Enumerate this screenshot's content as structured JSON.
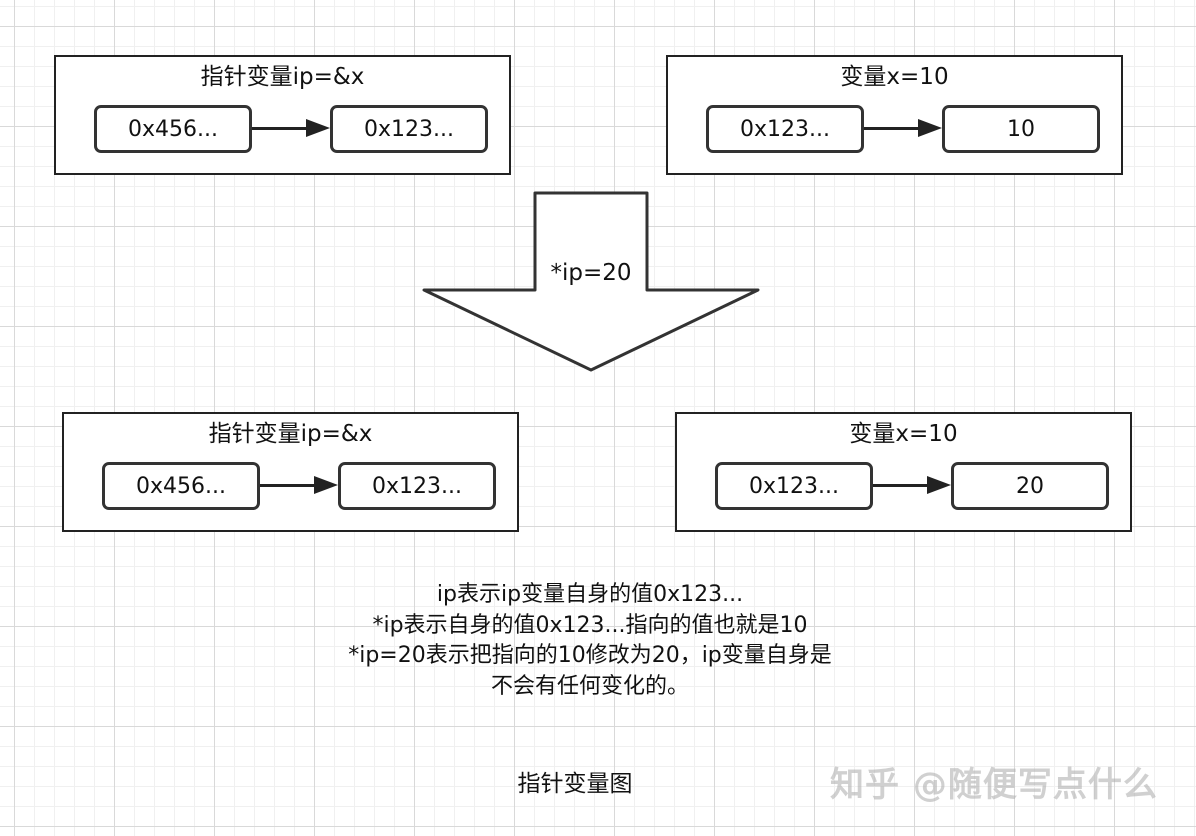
{
  "top_left": {
    "title": "指针变量ip=&x",
    "left_cell": "0x456...",
    "right_cell": "0x123..."
  },
  "top_right": {
    "title": "变量x=10",
    "left_cell": "0x123...",
    "right_cell": "10"
  },
  "arrow_label": "*ip=20",
  "bottom_left": {
    "title": "指针变量ip=&x",
    "left_cell": "0x456...",
    "right_cell": "0x123..."
  },
  "bottom_right": {
    "title": "变量x=10",
    "left_cell": "0x123...",
    "right_cell": "20"
  },
  "explanation": [
    "ip表示ip变量自身的值0x123...",
    "*ip表示自身的值0x123...指向的值也就是10",
    "*ip=20表示把指向的10修改为20，ip变量自身是",
    "不会有任何变化的。"
  ],
  "caption": "指针变量图",
  "watermark": "知乎 @随便写点什么"
}
